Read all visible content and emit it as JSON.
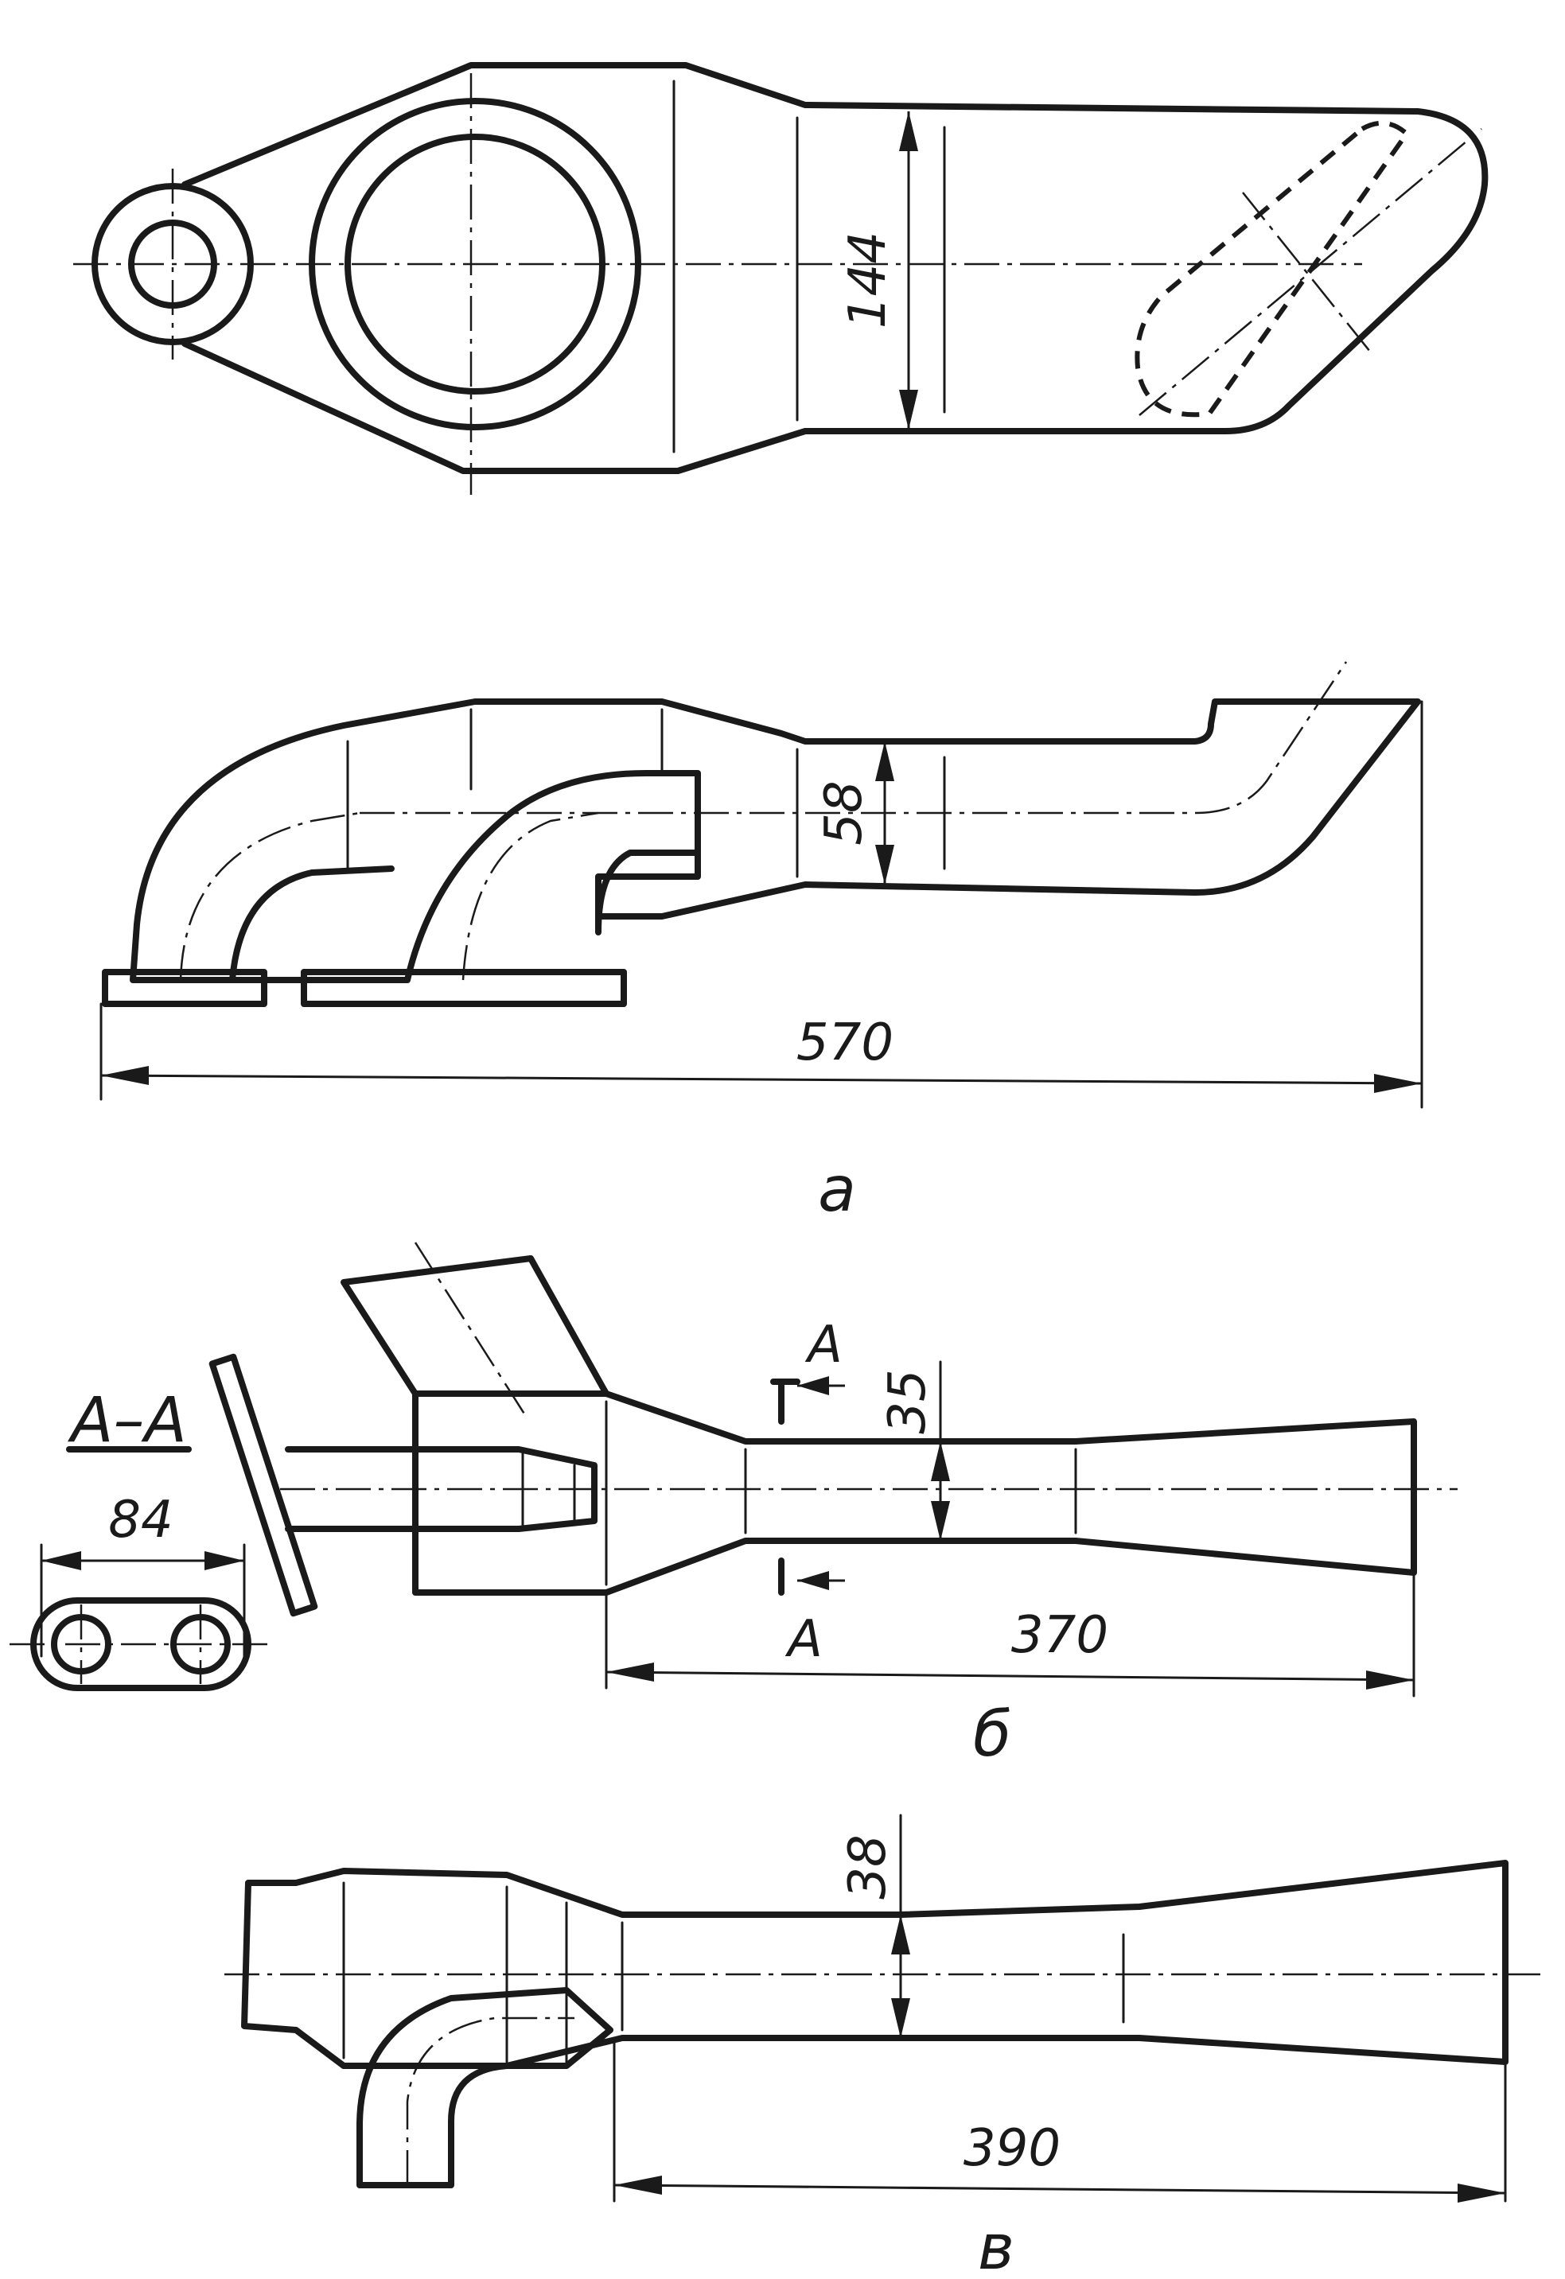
{
  "dimensions": {
    "top_height": "144",
    "front_height": "58",
    "overall_length": "570",
    "b_height": "35",
    "b_length": "370",
    "section_width": "84",
    "c_height": "38",
    "c_length": "390"
  },
  "labels": {
    "view_a": "а",
    "view_b": "б",
    "view_c": "в",
    "section_title": "А–А",
    "cut_top": "А",
    "cut_bottom": "А"
  },
  "colors": {
    "ink": "#1a1a1a",
    "paper": "#ffffff"
  }
}
